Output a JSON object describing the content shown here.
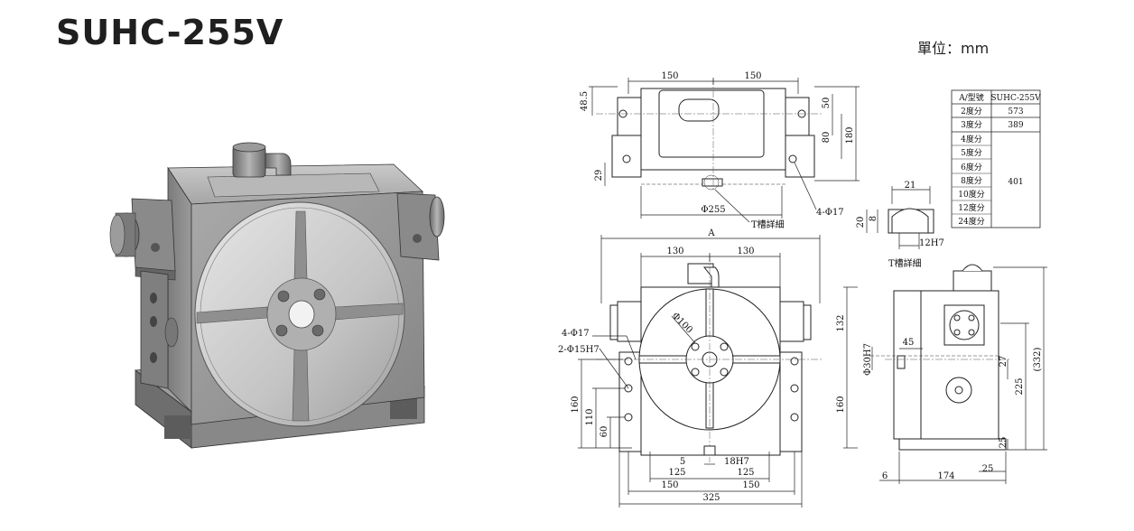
{
  "title": "SUHC-255V",
  "unit": "單位：mm",
  "top_view": {
    "d150_left": "150",
    "d150_right": "150",
    "d48_5": "48.5",
    "d29": "29",
    "d50": "50",
    "d80": "80",
    "d180": "180",
    "d255": "Φ255",
    "tslot_label": "T槽詳細",
    "holes": "4-Φ17"
  },
  "tslot": {
    "d21": "21",
    "d20": "20",
    "d8": "8",
    "d12h7": "12H7",
    "caption": "T槽詳細"
  },
  "front_view": {
    "a": "A",
    "d130_left": "130",
    "d130_right": "130",
    "d100": "Φ100",
    "holes17": "4-Φ17",
    "holes15": "2-Φ15H7",
    "d132": "132",
    "d160_right": "160",
    "d160_left": "160",
    "d110": "110",
    "d60": "60",
    "d5": "5",
    "d18h7": "18H7",
    "d125_left": "125",
    "d125_right": "125",
    "d150_left": "150",
    "d150_right": "150",
    "d325": "325"
  },
  "side_view": {
    "d45": "45",
    "d30h7": "Φ30H7",
    "d27": "27",
    "d225": "225",
    "d25_v": "25",
    "d332": "(332)",
    "d6": "6",
    "d174": "174",
    "d25_h": "25"
  },
  "spec_table": {
    "header_left": "A/型號",
    "header_right": "SUHC-255V",
    "rows": [
      {
        "label": "2度分",
        "value": "573"
      },
      {
        "label": "3度分",
        "value": "389"
      },
      {
        "label": "4度分"
      },
      {
        "label": "5度分"
      },
      {
        "label": "6度分"
      },
      {
        "label": "8度分"
      },
      {
        "label": "10度分"
      },
      {
        "label": "12度分"
      },
      {
        "label": "24度分"
      }
    ],
    "merged_value": "401"
  }
}
